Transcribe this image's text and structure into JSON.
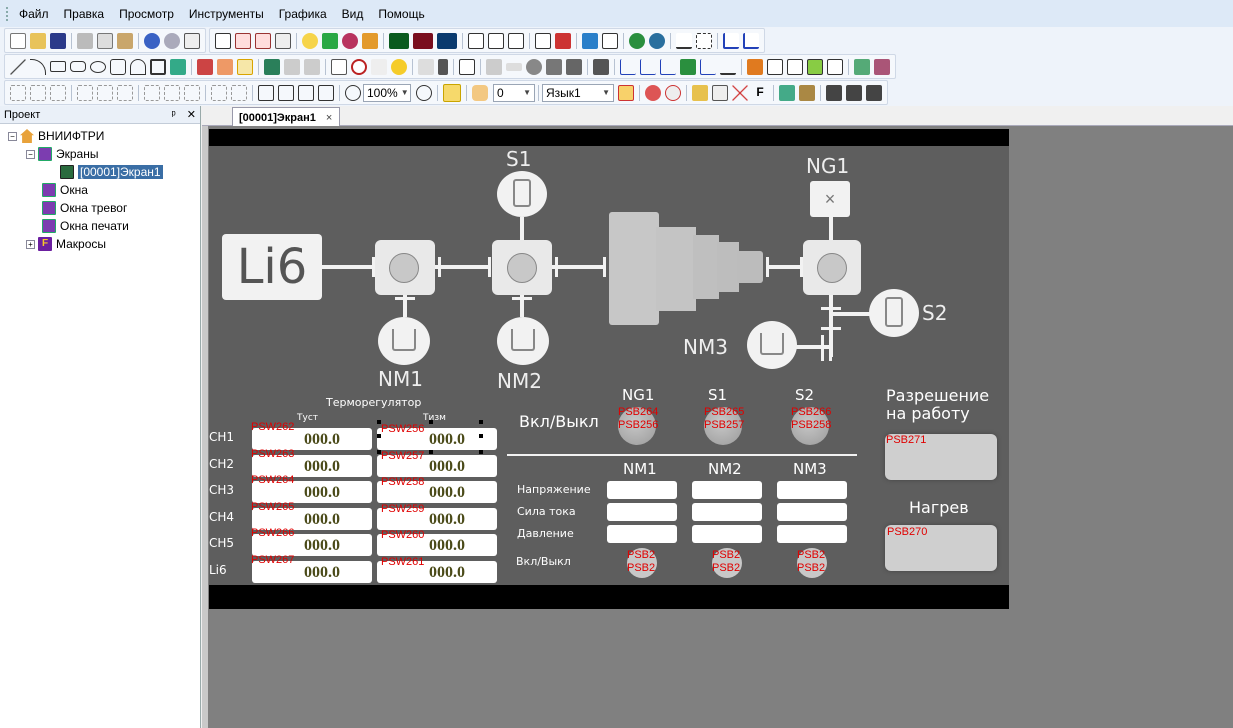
{
  "menu": [
    "Файл",
    "Правка",
    "Просмотр",
    "Инструменты",
    "Графика",
    "Вид",
    "Помощь"
  ],
  "toolbar": {
    "zoom": "100%",
    "angle": "0",
    "language": "Язык1"
  },
  "project_panel": {
    "title": "Проект",
    "pin": "ᵖ",
    "close": "✕",
    "tree": {
      "root": "ВНИИФТРИ",
      "screens": "Экраны",
      "screen1": "[00001]Экран1",
      "windows": "Окна",
      "alarm_windows": "Окна тревог",
      "print_windows": "Окна печати",
      "macros": "Макросы"
    }
  },
  "tab": {
    "label": "[00001]Экран1",
    "close": "×"
  },
  "screen": {
    "li6_big": "Li6",
    "labels": {
      "S1": "S1",
      "NG1": "NG1",
      "S2": "S2",
      "NM1": "NM1",
      "NM2": "NM2",
      "NM3": "NM3"
    },
    "ng1_x": "×",
    "thermo_title": "Терморегулятор",
    "col_tust": "Туст",
    "col_tizm": "Тизм",
    "channels": [
      "CH1",
      "CH2",
      "CH3",
      "CH4",
      "CH5",
      "Li6"
    ],
    "tust_tags": [
      "PSW262",
      "PSW263",
      "PSW264",
      "PSW265",
      "PSW266",
      "PSW267"
    ],
    "tizm_tags": [
      "PSW256",
      "PSW257",
      "PSW258",
      "PSW259",
      "PSW260",
      "PSW261"
    ],
    "value": "000.0",
    "onoff_label": "Вкл/Выкл",
    "lamp_headers": [
      "NG1",
      "S1",
      "S2"
    ],
    "lamp_tags": [
      [
        "PSB264",
        "PSB256"
      ],
      [
        "PSB265",
        "PSB257"
      ],
      [
        "PSB266",
        "PSB258"
      ]
    ],
    "nm_headers": [
      "NM1",
      "NM2",
      "NM3"
    ],
    "param_rows": [
      "Напряжение",
      "Сила тока",
      "Давление"
    ],
    "nm_onoff_label": "Вкл/Выкл",
    "nm_btn_tags": [
      [
        "PSB2",
        "PSB2"
      ],
      [
        "PSB2",
        "PSB2"
      ],
      [
        "PSB2",
        "PSB2"
      ]
    ],
    "permission_label_1": "Разрешение",
    "permission_label_2": "на работу",
    "permission_tag": "PSB271",
    "heating_label": "Нагрев",
    "heating_tag": "PSB270"
  },
  "colors": {
    "screen_bg": "#5e5e5e",
    "tag_red": "#e00000",
    "menu_bg": "#dde9f7"
  }
}
